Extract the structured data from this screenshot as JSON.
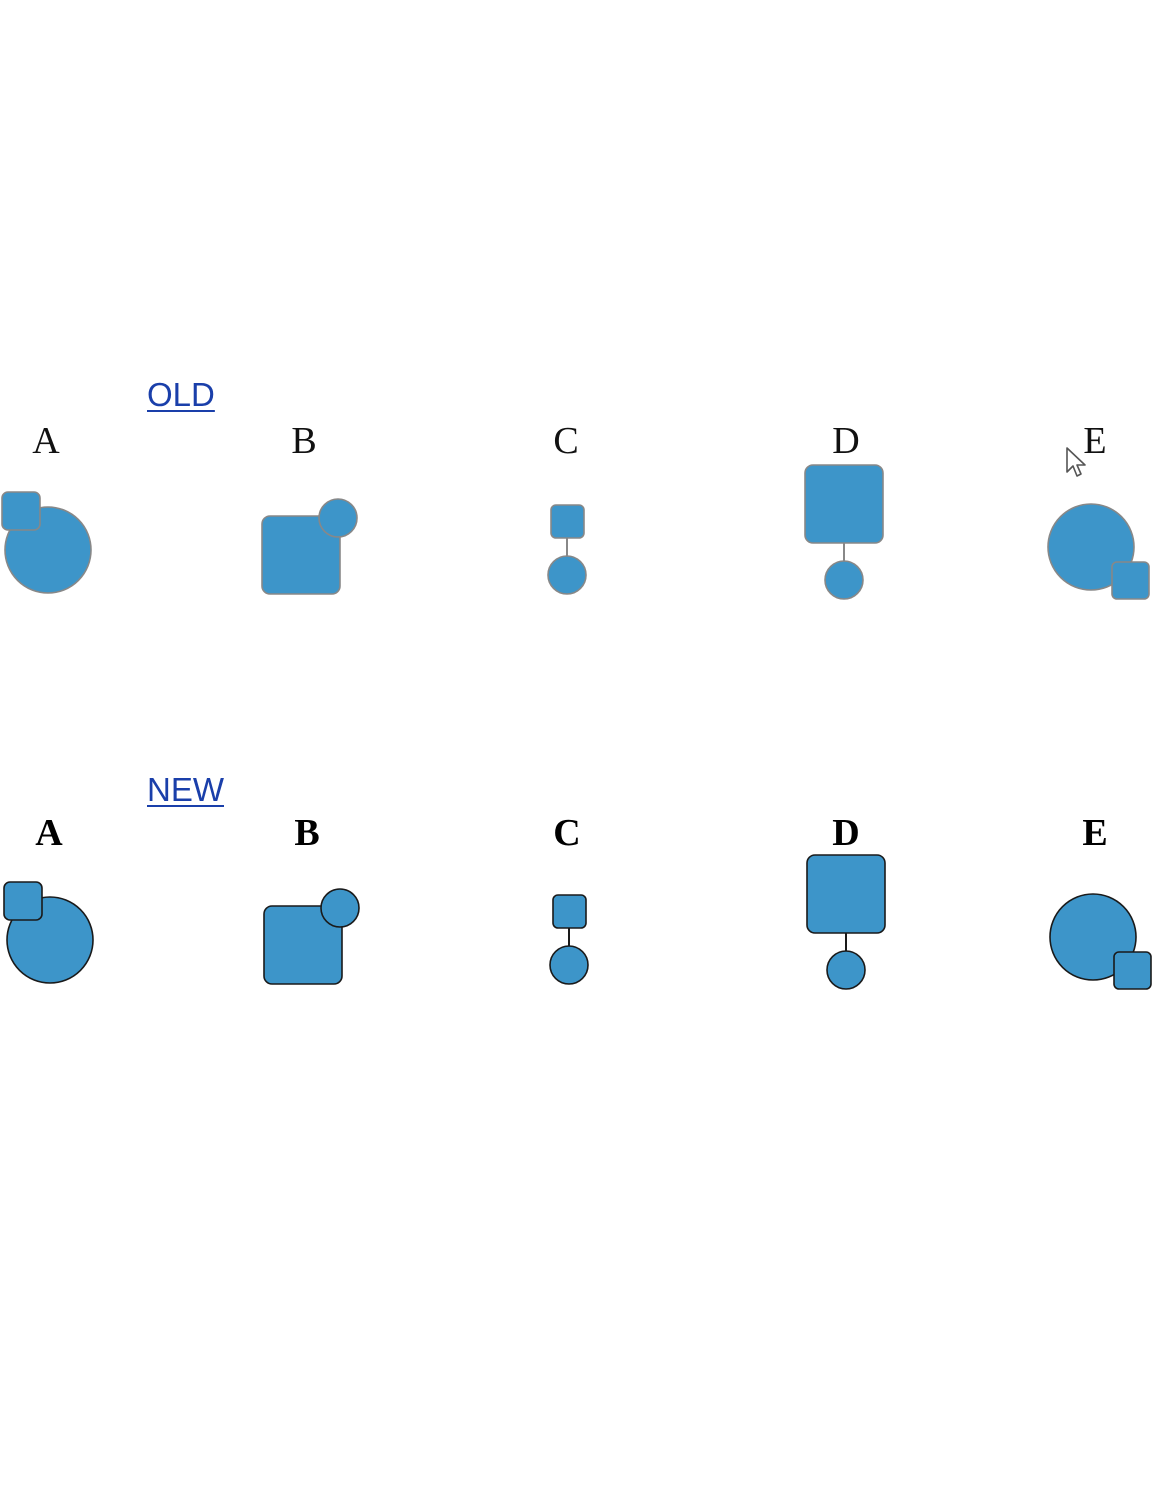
{
  "sections": [
    {
      "id": "old",
      "link_label": "OLD",
      "stroke": "#888888",
      "figures": [
        "A",
        "B",
        "C",
        "D",
        "E"
      ]
    },
    {
      "id": "new",
      "link_label": "NEW",
      "stroke": "#1a1a1a",
      "figures": [
        "A",
        "B",
        "C",
        "D",
        "E"
      ]
    }
  ],
  "colors": {
    "fill": "#3d95c9",
    "link": "#1a3faa"
  },
  "cursor": {
    "icon": "mouse-pointer-icon"
  }
}
